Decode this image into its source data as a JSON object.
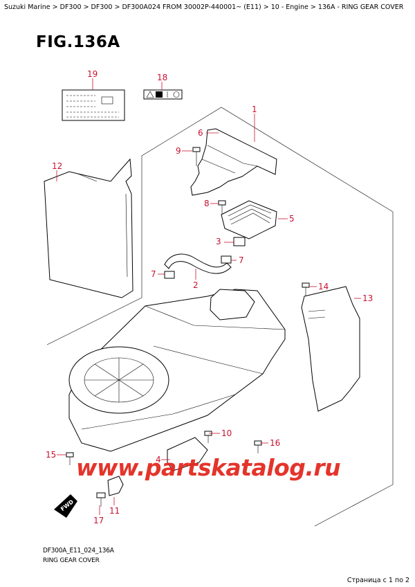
{
  "breadcrumb": "Suzuki Marine > DF300 > DF300 > DF300A024 FROM 30002P-440001~ (E11) > 10 - Engine > 136A - RING GEAR COVER",
  "figure_title": "FIG.136A",
  "callouts": {
    "c1": "1",
    "c2": "2",
    "c3": "3",
    "c4": "4",
    "c5": "5",
    "c6": "6",
    "c7a": "7",
    "c7b": "7",
    "c8": "8",
    "c9": "9",
    "c10": "10",
    "c11": "11",
    "c12": "12",
    "c13": "13",
    "c14": "14",
    "c15": "15",
    "c16": "16",
    "c17": "17",
    "c18": "18",
    "c19": "19"
  },
  "direction_badge": "FWD",
  "watermark": "www.partskatalog.ru",
  "diagram_code": "DF300A_E11_024_136A",
  "diagram_caption": "RING GEAR COVER",
  "page_counter": "Страница с 1 по 2",
  "colors": {
    "callout": "#c8102e",
    "watermark": "#e2231a",
    "line": "#000000"
  }
}
